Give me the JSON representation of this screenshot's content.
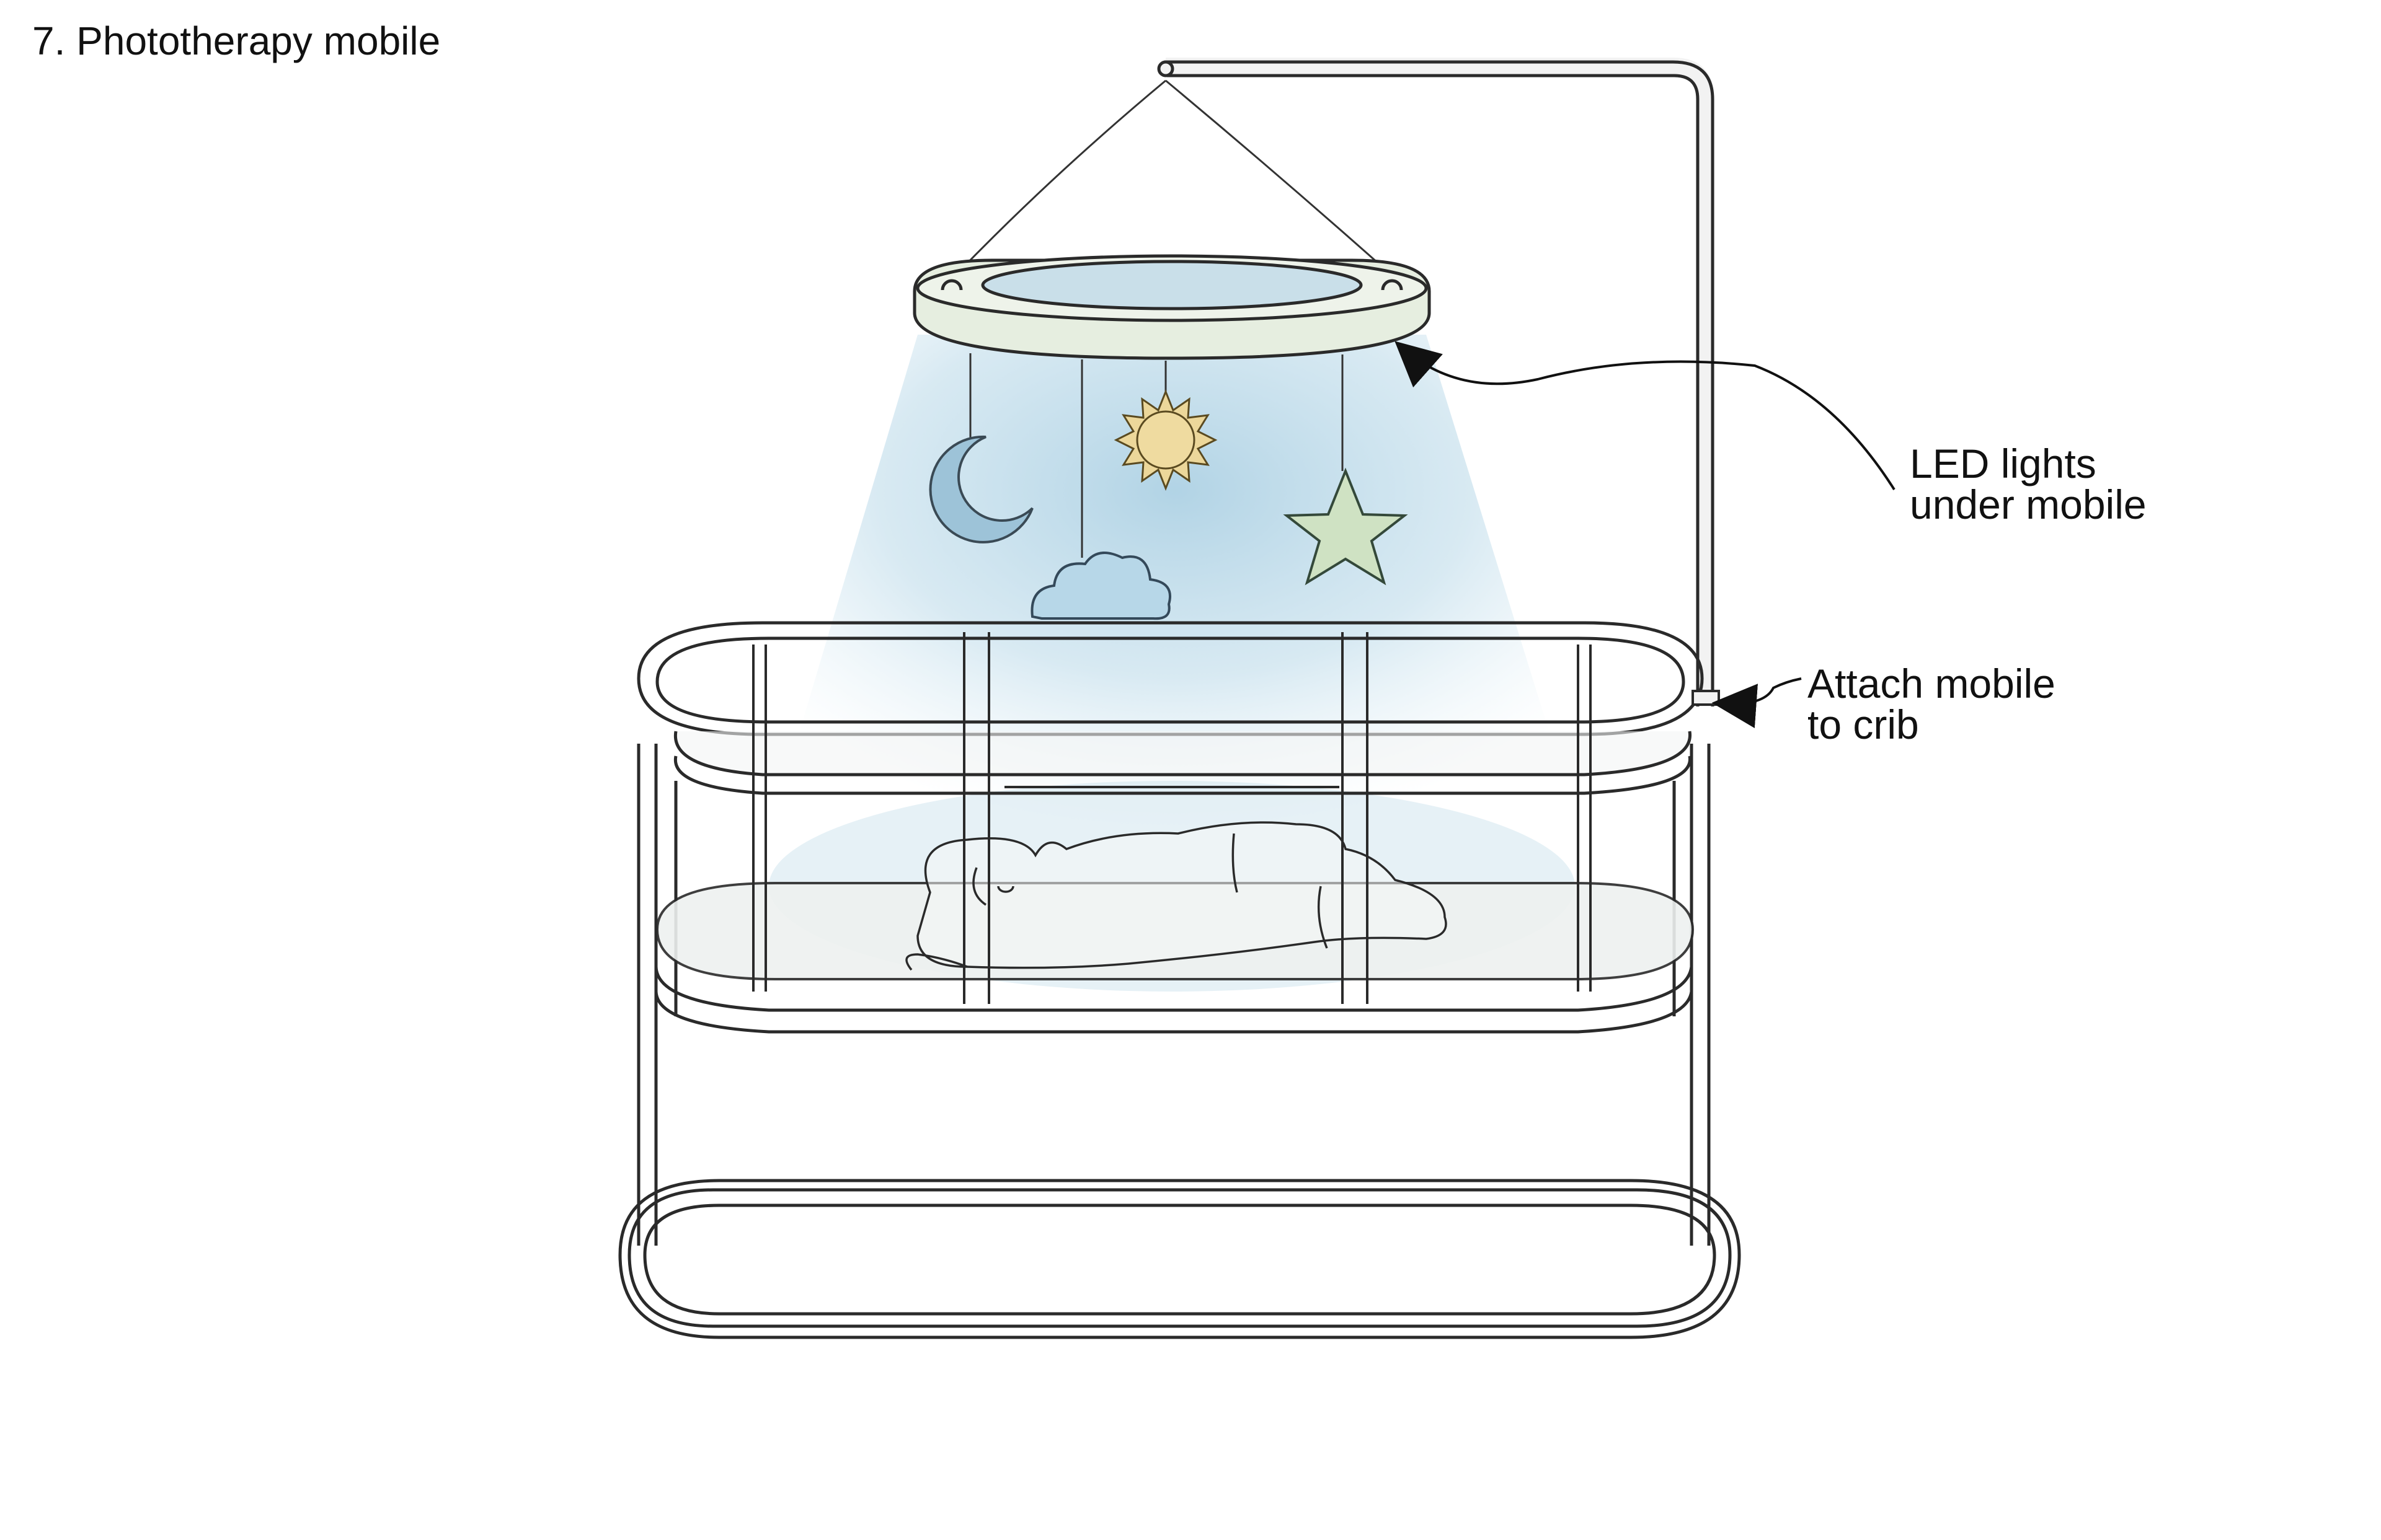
{
  "figure": {
    "caption": "7. Phototherapy mobile"
  },
  "annotations": {
    "led": {
      "line1": "LED lights",
      "line2": "under mobile"
    },
    "attach": {
      "line1": "Attach mobile",
      "line2": "to crib"
    }
  },
  "colors": {
    "glow": "#a9cfe3",
    "frame_fill": "#f4f5f5",
    "frame_stroke": "#2a2a2a",
    "ring_fill": "#e8efe2",
    "moon": "#9dc3d8",
    "sun": "#ecd79a",
    "star": "#cfe2c3",
    "cloud": "#b7d7e8",
    "mattress": "#eef1f0"
  },
  "icons": [
    "moon-icon",
    "sun-icon",
    "cloud-icon",
    "star-icon",
    "baby-figure"
  ]
}
